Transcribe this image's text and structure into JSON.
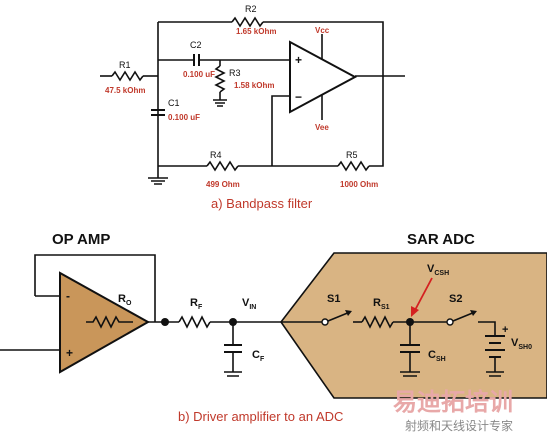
{
  "top": {
    "caption": "a) Bandpass filter",
    "components": {
      "r1": {
        "name": "R1",
        "value": "47.5 kOhm"
      },
      "r2": {
        "name": "R2",
        "value": "1.65 kOhm"
      },
      "r3": {
        "name": "R3",
        "value": "1.58 kOhm"
      },
      "r4": {
        "name": "R4",
        "value": "499 Ohm"
      },
      "r5": {
        "name": "R5",
        "value": "1000 Ohm"
      },
      "c1": {
        "name": "C1",
        "value": "0.100 uF"
      },
      "c2": {
        "name": "C2",
        "value": "0.100 uF"
      }
    },
    "vcc": "Vcc",
    "vee": "Vee",
    "plus": "+",
    "minus": "−"
  },
  "bottom": {
    "caption": "b) Driver amplifier to an ADC",
    "opamp_title": "OP AMP",
    "adc_title": "SAR ADC",
    "ro": {
      "main": "R",
      "sub": "O"
    },
    "rf": {
      "main": "R",
      "sub": "F"
    },
    "vin": {
      "main": "V",
      "sub": "IN"
    },
    "cf": {
      "main": "C",
      "sub": "F"
    },
    "rs1": {
      "main": "R",
      "sub": "S1"
    },
    "vcsh": {
      "main": "V",
      "sub": "CSH"
    },
    "csh": {
      "main": "C",
      "sub": "SH"
    },
    "vsh0": {
      "main": "V",
      "sub": "SH0"
    },
    "s1": "S1",
    "s2": "S2",
    "minus": "-",
    "plus": "+",
    "batt_plus": "+"
  },
  "watermark": {
    "main": "易迪拓培训",
    "sub": "射频和天线设计专家"
  },
  "colors": {
    "label_red": "#c0392b",
    "adc_fill": "#d9b483",
    "opamp_fill": "#c9965a"
  }
}
